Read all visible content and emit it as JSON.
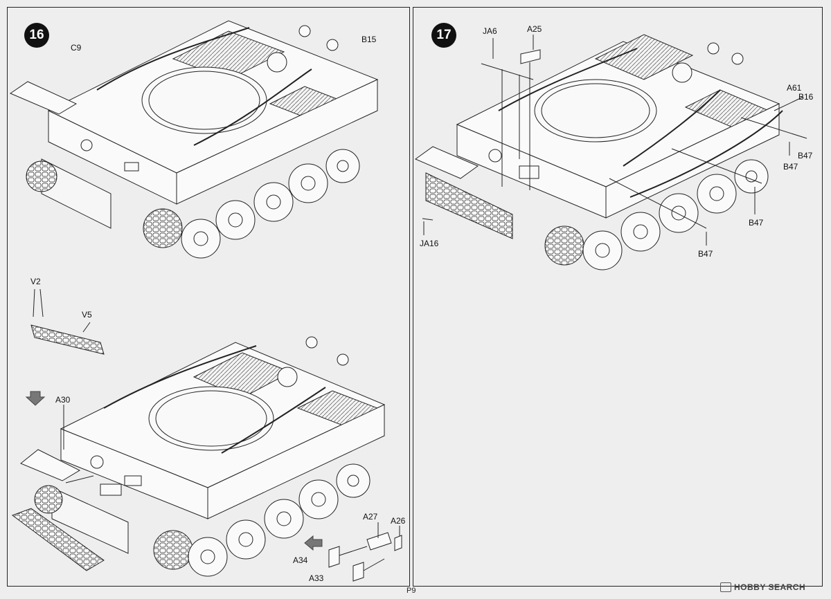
{
  "page_number": "P9",
  "watermark": {
    "brand": "HOBBY SEARCH",
    "logo": "hobbysearch-logo"
  },
  "steps": [
    {
      "number": "16",
      "callouts": [
        "C9",
        "B15",
        "V2",
        "V5",
        "A30",
        "A27",
        "A26",
        "A34",
        "A33"
      ]
    },
    {
      "number": "17",
      "callouts": [
        "JA6",
        "A25",
        "A61",
        "B16",
        "B47",
        "B47",
        "B47",
        "B47",
        "JA16"
      ]
    }
  ]
}
